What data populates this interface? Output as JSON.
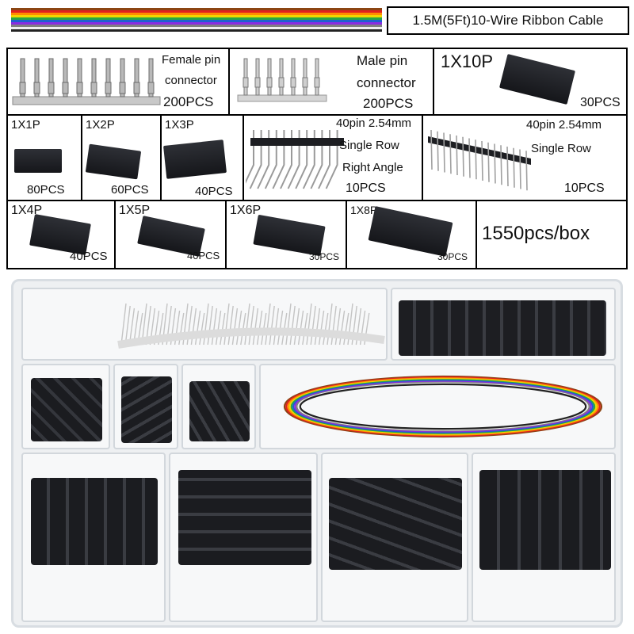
{
  "header": {
    "title": "1.5M(5Ft)10-Wire Ribbon Cable"
  },
  "ribbon_colors": [
    "#8b4513",
    "#e02020",
    "#ff8c00",
    "#f2d600",
    "#28a745",
    "#1f5fd0",
    "#8a2be2",
    "#808080",
    "#f0f0f0",
    "#222222"
  ],
  "cells": {
    "female_pin": {
      "line1": "Female pin",
      "line2": "connector",
      "qty": "200PCS"
    },
    "male_pin": {
      "line1": "Male pin",
      "line2": "connector",
      "qty": "200PCS"
    },
    "p10": {
      "name": "1X10P",
      "qty": "30PCS"
    },
    "p1": {
      "name": "1X1P",
      "qty": "80PCS"
    },
    "p2": {
      "name": "1X2P",
      "qty": "60PCS"
    },
    "p3": {
      "name": "1X3P",
      "qty": "40PCS"
    },
    "header_ra": {
      "line1": "40pin 2.54mm",
      "line2": "Single Row",
      "line3": "Right Angle",
      "qty": "10PCS"
    },
    "header_st": {
      "line1": "40pin 2.54mm",
      "line2": "Single Row",
      "qty": "10PCS"
    },
    "p4": {
      "name": "1X4P",
      "qty": "40PCS"
    },
    "p5": {
      "name": "1X5P",
      "qty": "40PCS"
    },
    "p6": {
      "name": "1X6P",
      "qty": "30PCS"
    },
    "p8": {
      "name": "1X8P",
      "qty": "30PCS"
    },
    "total": "1550pcs/box"
  }
}
